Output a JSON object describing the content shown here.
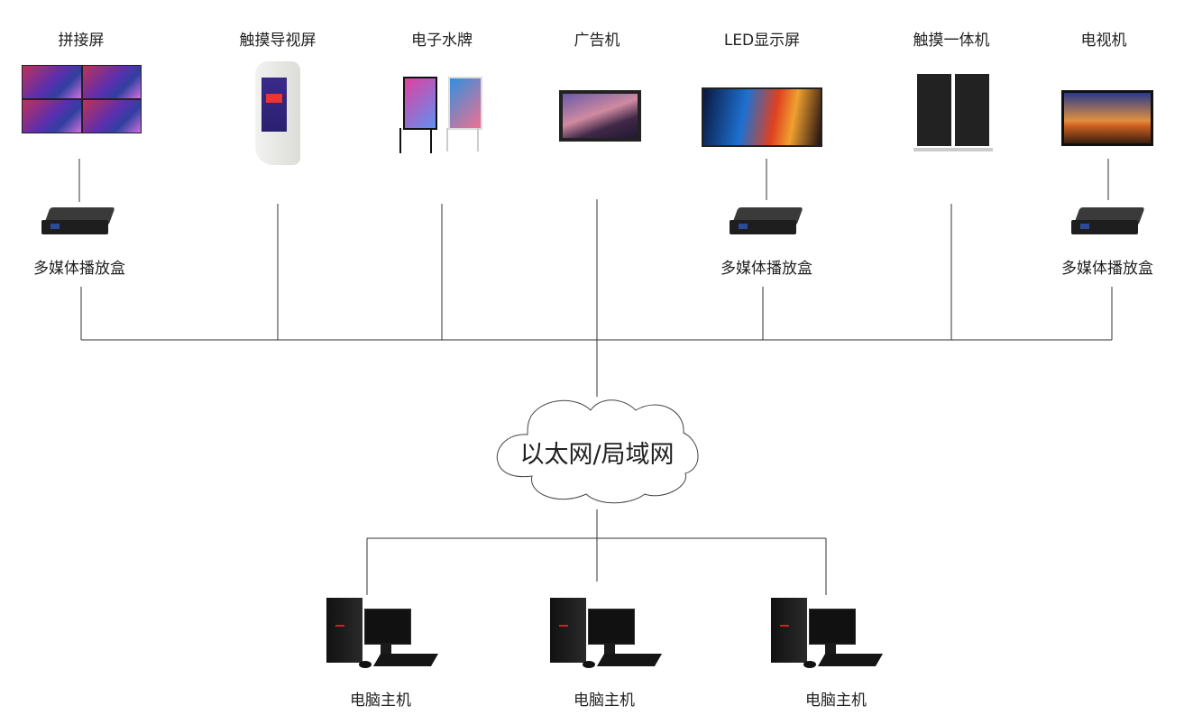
{
  "devices": [
    {
      "label": "拼接屏",
      "icon": "video-wall"
    },
    {
      "label": "触摸导视屏",
      "icon": "touch-kiosk"
    },
    {
      "label": "电子水牌",
      "icon": "digital-signage-stand"
    },
    {
      "label": "广告机",
      "icon": "advertising-display"
    },
    {
      "label": "LED显示屏",
      "icon": "led-display"
    },
    {
      "label": "触摸一体机",
      "icon": "touch-totem"
    },
    {
      "label": "电视机",
      "icon": "tv"
    }
  ],
  "player_box_label": "多媒体播放盒",
  "network_label": "以太网/局域网",
  "pc_label": "电脑主机"
}
